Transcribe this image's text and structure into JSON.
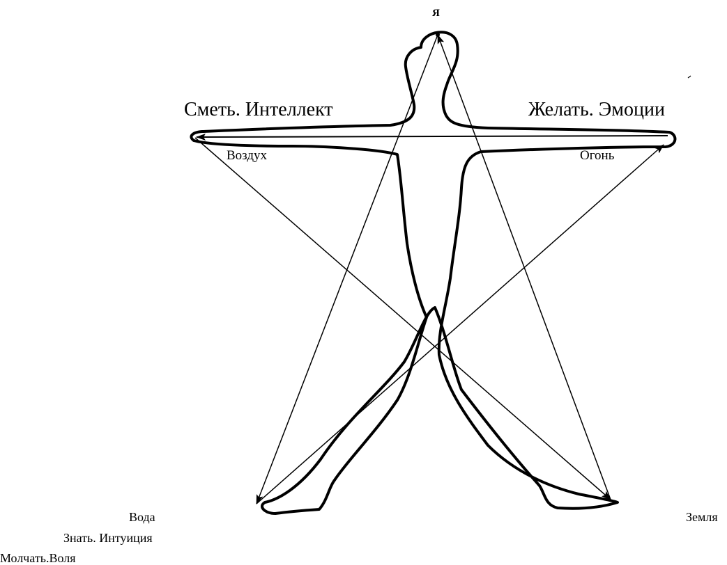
{
  "labels": {
    "apex": "Я",
    "top_left": "Сметь. Интеллект",
    "top_right": "Желать. Эмоции",
    "air": "Воздух",
    "fire": "Огонь",
    "water": "Вода",
    "earth": "Земля",
    "intuition": "Знать. Интуиция",
    "will": "Молчать.Воля"
  },
  "colors": {
    "ink": "#000000",
    "background": "#ffffff"
  }
}
